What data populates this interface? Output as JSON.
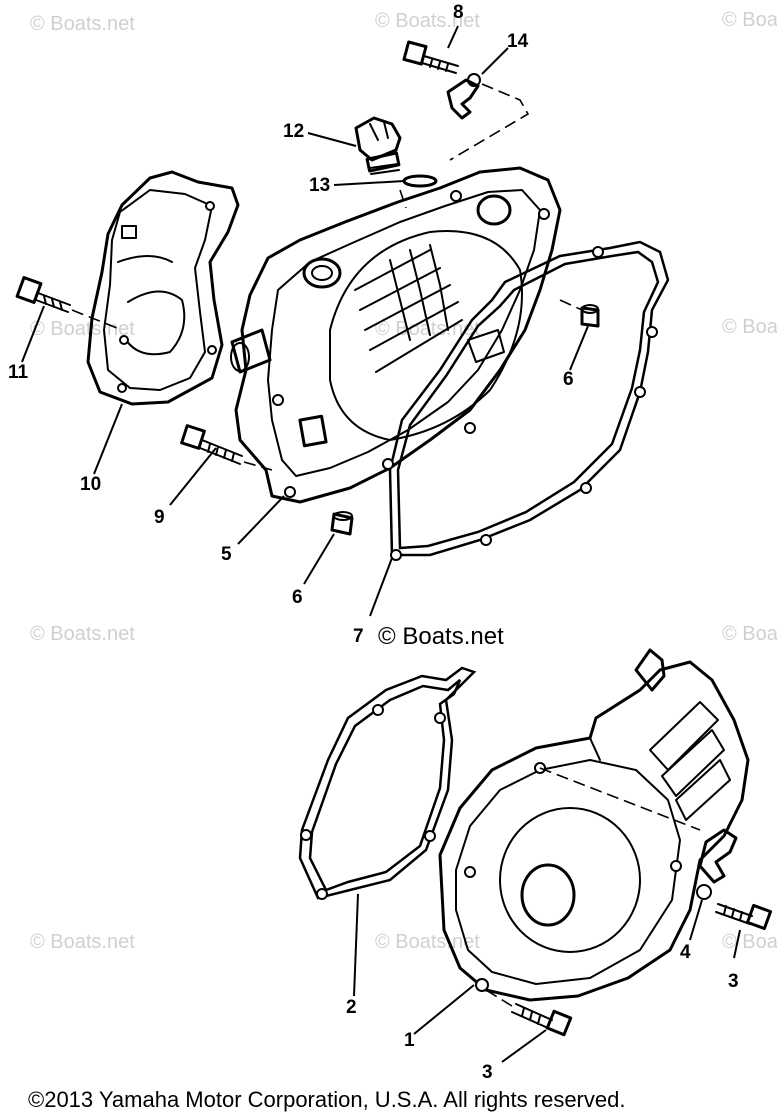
{
  "watermark": "© Boats.net",
  "brand_label": "© Boats.net",
  "copyright": "©2013 Yamaha Motor Corporation, U.S.A. All rights reserved.",
  "callouts": {
    "c1": "1",
    "c2": "2",
    "c3a": "3",
    "c3b": "3",
    "c4": "4",
    "c5": "5",
    "c6a": "6",
    "c6b": "6",
    "c7": "7",
    "c8": "8",
    "c9": "9",
    "c10": "10",
    "c11": "11",
    "c12": "12",
    "c13": "13",
    "c14": "14"
  }
}
